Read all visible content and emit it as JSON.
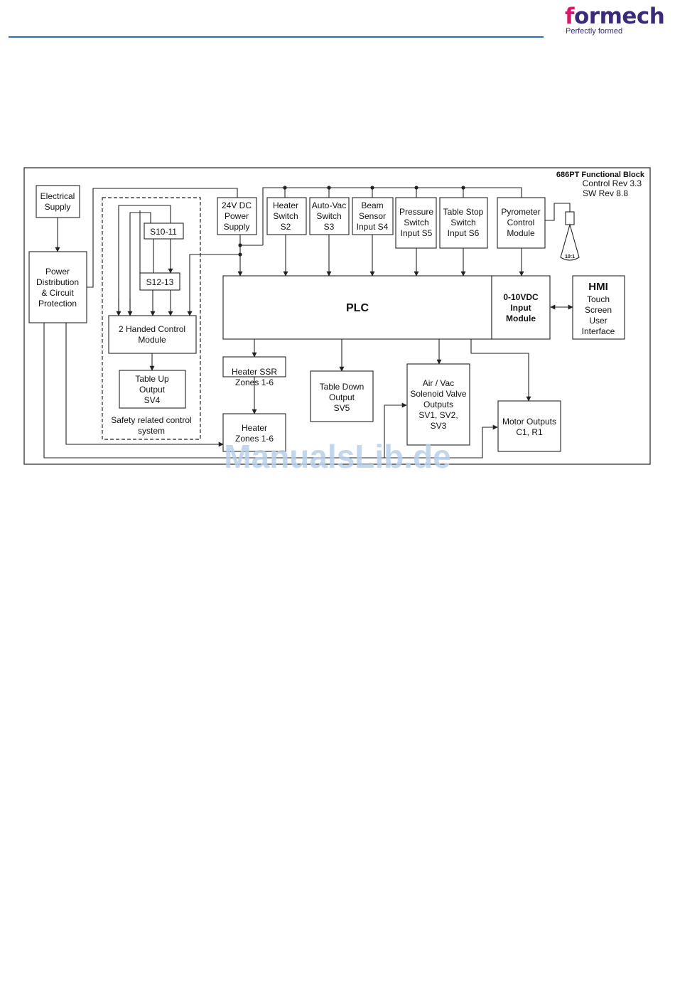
{
  "header": {
    "brand": "formech",
    "brand_first_letter": "f",
    "brand_rest": "ormech",
    "tagline": "Perfectly formed"
  },
  "diagram": {
    "title": "686PT Functional Block",
    "control_rev": "Control Rev 3.3",
    "sw_rev": "SW Rev 8.8",
    "blocks": {
      "electrical_supply": [
        "Electrical",
        "Supply"
      ],
      "power_distribution": [
        "Power",
        "Distribution",
        "& Circuit",
        "Protection"
      ],
      "s10_11": [
        "S10-11"
      ],
      "s12_13": [
        "S12-13"
      ],
      "two_handed": [
        "2 Handed Control",
        "Module"
      ],
      "table_up": [
        "Table Up",
        "Output",
        "SV4"
      ],
      "safety_system": [
        "Safety related control",
        "system"
      ],
      "power_supply_24v": [
        "24V DC",
        "Power",
        "Supply"
      ],
      "heater_switch": [
        "Heater",
        "Switch",
        "S2"
      ],
      "auto_vac": [
        "Auto-Vac",
        "Switch",
        "S3"
      ],
      "beam_sensor": [
        "Beam",
        "Sensor",
        "Input S4"
      ],
      "pressure_switch": [
        "Pressure",
        "Switch",
        "Input S5"
      ],
      "table_stop": [
        "Table Stop",
        "Switch",
        "Input S6"
      ],
      "pyrometer": [
        "Pyrometer",
        "Control",
        "Module"
      ],
      "pyrometer_ratio": "10:1",
      "plc": "PLC",
      "input_module": [
        "0-10VDC",
        "Input",
        "Module"
      ],
      "hmi_title": "HMI",
      "hmi": [
        "Touch",
        "Screen",
        "User",
        "Interface"
      ],
      "heater_ssr": [
        "Heater SSR",
        "Zones 1-6"
      ],
      "heater_zones": [
        "Heater",
        "Zones 1-6"
      ],
      "table_down": [
        "Table Down",
        "Output",
        "SV5"
      ],
      "air_vac": [
        "Air / Vac",
        "Solenoid Valve",
        "Outputs",
        "SV1, SV2,",
        "SV3"
      ],
      "motor_outputs": [
        "Motor Outputs",
        "C1, R1"
      ]
    }
  },
  "watermark": "ManualsLib.de"
}
